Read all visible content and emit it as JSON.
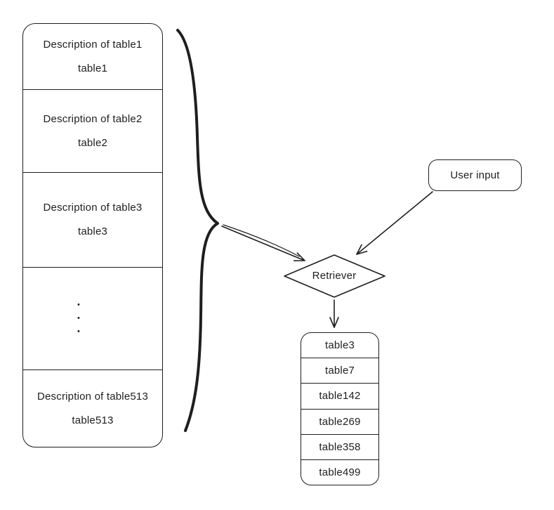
{
  "canvas": {
    "stroke": "#1e1e1e",
    "background": "#ffffff"
  },
  "catalog": {
    "sections": [
      {
        "description": "Description of table1",
        "name": "table1"
      },
      {
        "description": "Description of table2",
        "name": "table2"
      },
      {
        "description": "Description of table3",
        "name": "table3"
      },
      {
        "description": "Description of table513",
        "name": "table513"
      }
    ],
    "ellipsis": "•\n•\n•"
  },
  "retriever": {
    "label": "Retriever"
  },
  "user_input": {
    "label": "User input"
  },
  "results": {
    "items": [
      "table3",
      "table7",
      "table142",
      "table269",
      "table358",
      "table499"
    ]
  }
}
